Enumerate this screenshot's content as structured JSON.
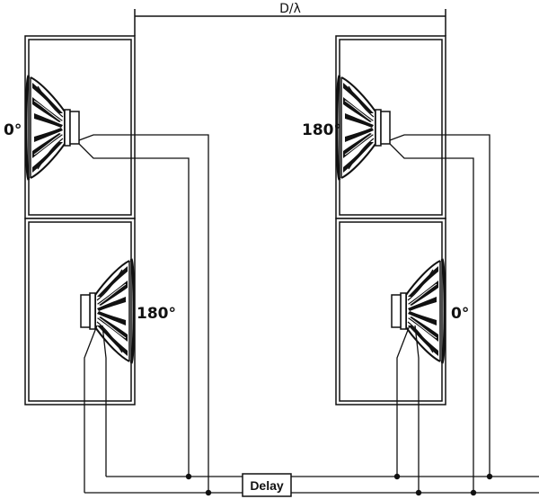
{
  "diagram": {
    "dimension_label": "D/λ",
    "delay_label": "Delay",
    "colors": {
      "line": "#111111",
      "background": "#ffffff"
    },
    "speakers": [
      {
        "id": "left-top",
        "phase_label": "0°",
        "facing": "left"
      },
      {
        "id": "left-bottom",
        "phase_label": "180°",
        "facing": "right"
      },
      {
        "id": "right-top",
        "phase_label": "180°",
        "facing": "left"
      },
      {
        "id": "right-bottom",
        "phase_label": "0°",
        "facing": "right"
      }
    ]
  }
}
